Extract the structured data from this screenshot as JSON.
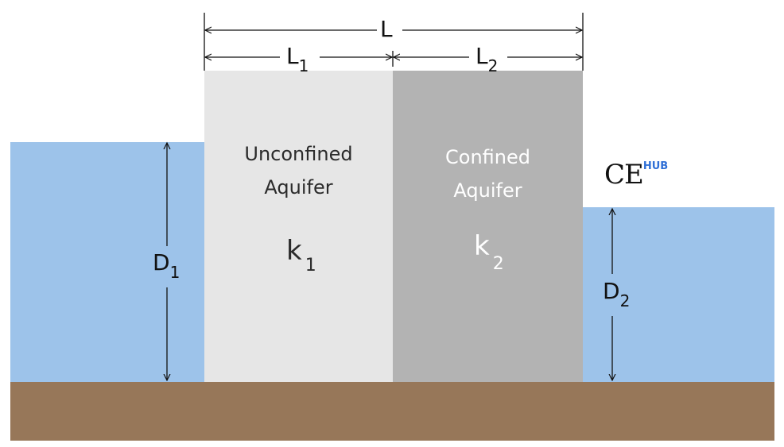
{
  "colors": {
    "water": "#9dc3ea",
    "ground": "#977759",
    "unconfined": "#e6e6e6",
    "confined": "#b3b3b3",
    "line": "#111111",
    "logo_blue": "#2f6fd6"
  },
  "dimensions": {
    "total_length": "L",
    "length_1": "L",
    "length_1_sub": "1",
    "length_2": "L",
    "length_2_sub": "2",
    "depth_1": "D",
    "depth_1_sub": "1",
    "depth_2": "D",
    "depth_2_sub": "2"
  },
  "aquifers": {
    "unconfined": {
      "line1": "Unconfined",
      "line2": "Aquifer",
      "k": "k",
      "k_sub": "1"
    },
    "confined": {
      "line1": "Confined",
      "line2": "Aquifer",
      "k": "k",
      "k_sub": "2"
    }
  },
  "logo": {
    "main": "CE",
    "super": "HUB"
  }
}
